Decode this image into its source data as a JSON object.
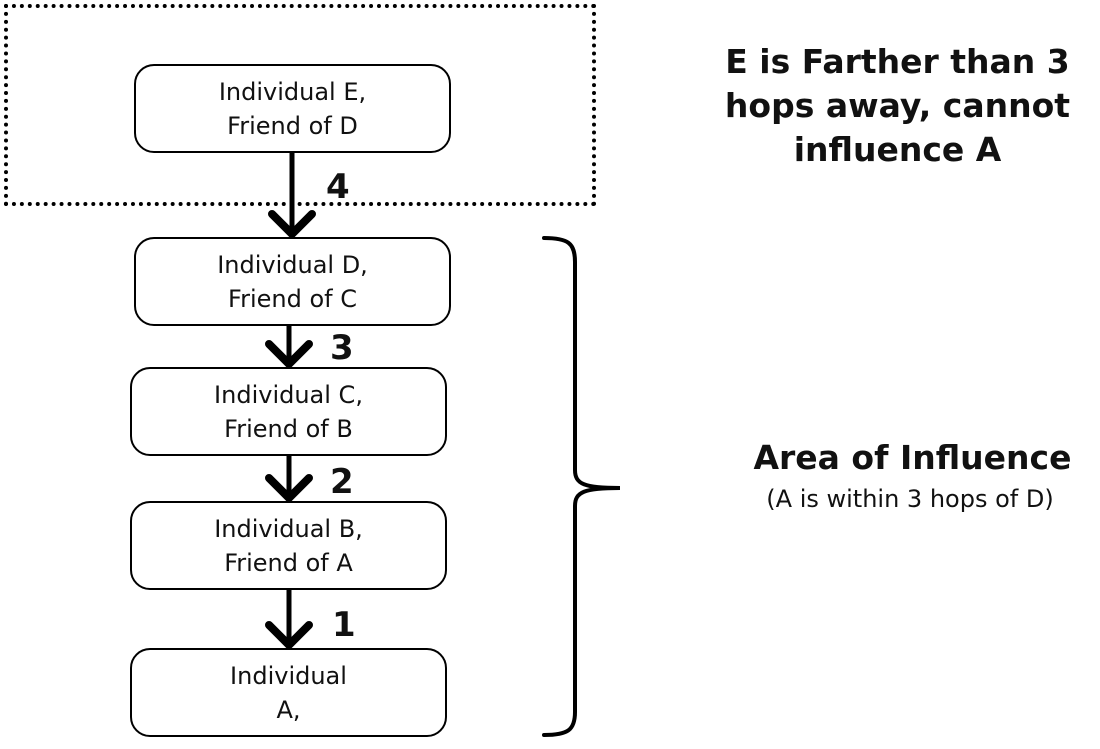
{
  "nodes": {
    "e": {
      "line1": "Individual E,",
      "line2": "Friend of D"
    },
    "d": {
      "line1": "Individual D,",
      "line2": "Friend of C"
    },
    "c": {
      "line1": "Individual C,",
      "line2": "Friend of B"
    },
    "b": {
      "line1": "Individual B,",
      "line2": "Friend of A"
    },
    "a": {
      "line1": "Individual",
      "line2": "A,"
    }
  },
  "hops": {
    "e_to_d": "4",
    "d_to_c": "3",
    "c_to_b": "2",
    "b_to_a": "1"
  },
  "outside_note": {
    "line1": "E is Farther than 3",
    "line2": "hops away, cannot",
    "line3": "influence A"
  },
  "influence": {
    "title": "Area of Influence",
    "subtitle": "(A is within 3 hops of D)"
  }
}
